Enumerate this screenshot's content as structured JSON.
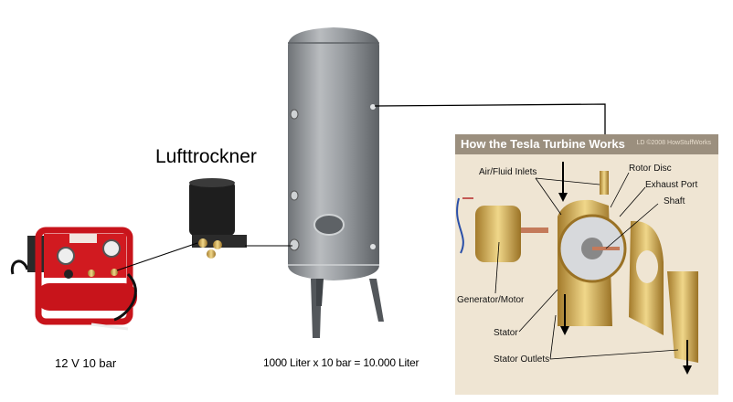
{
  "labels": {
    "dryer": "Lufttrockner",
    "compressor": "12 V 10 bar",
    "tank": "1000 Liter x 10 bar = 10.000 Liter"
  },
  "turbine_panel": {
    "title": "How the Tesla Turbine Works",
    "credit": "LD ©2008 HowStuffWorks",
    "parts": {
      "inlets": "Air/Fluid Inlets",
      "rotor": "Rotor Disc",
      "exhaust": "Exhaust Port",
      "shaft": "Shaft",
      "generator": "Generator/Motor",
      "stator": "Stator",
      "outlets": "Stator Outlets"
    }
  },
  "colors": {
    "compressor_red": "#c8141b",
    "tank_gray": "#8e9296",
    "dryer_black": "#1e1e1e",
    "brass": "#c8a04a",
    "panel_bg": "#efe5d3",
    "panel_header": "#9b8f7e"
  }
}
